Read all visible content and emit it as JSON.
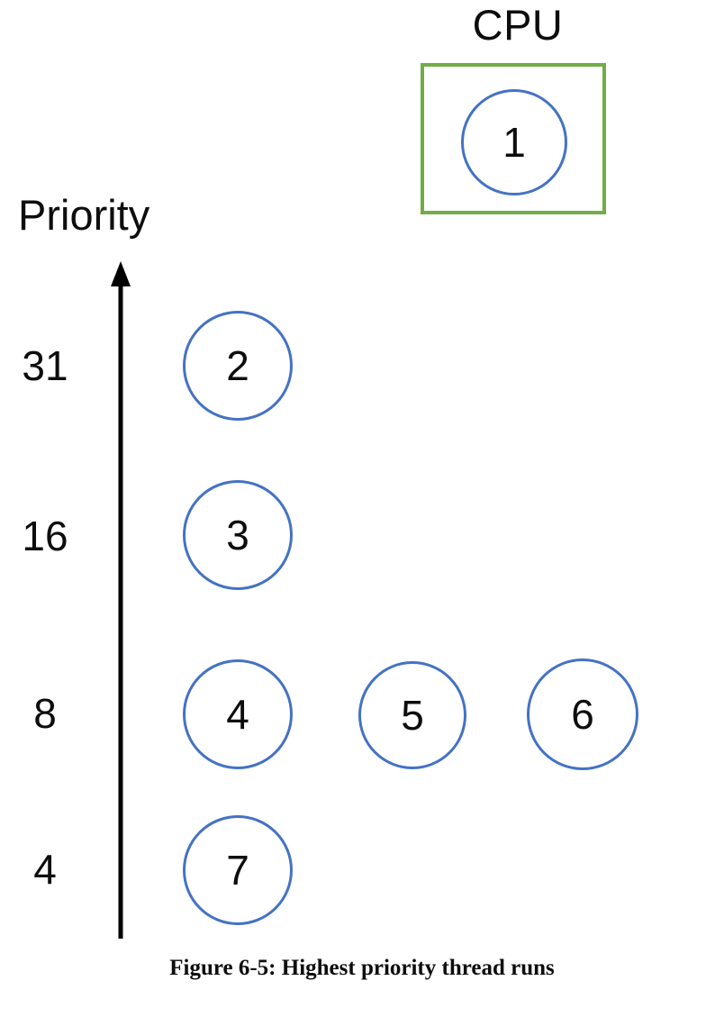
{
  "figure": {
    "caption": "Figure 6-5: Highest priority thread runs",
    "background_color": "#ffffff"
  },
  "cpu": {
    "title": "CPU",
    "border_color": "#70AD47",
    "running_thread": "1"
  },
  "axis": {
    "label": "Priority",
    "color": "#000000",
    "direction": "up",
    "tick_labels": [
      "31",
      "16",
      "8",
      "4"
    ]
  },
  "thread_color": "#4472C4",
  "ready_queue": {
    "rows": [
      {
        "priority": "31",
        "threads": [
          "2"
        ]
      },
      {
        "priority": "16",
        "threads": [
          "3"
        ]
      },
      {
        "priority": "8",
        "threads": [
          "4",
          "5",
          "6"
        ]
      },
      {
        "priority": "4",
        "threads": [
          "7"
        ]
      }
    ]
  },
  "threads": {
    "t1": "1",
    "t2": "2",
    "t3": "3",
    "t4": "4",
    "t5": "5",
    "t6": "6",
    "t7": "7"
  },
  "chart_data": {
    "type": "diagram",
    "title": "Highest priority thread runs",
    "ylabel": "Priority",
    "ytick_labels": [
      "31",
      "16",
      "8",
      "4"
    ],
    "cpu_slot": [
      "1"
    ],
    "queues": {
      "31": [
        "2"
      ],
      "16": [
        "3"
      ],
      "8": [
        "4",
        "5",
        "6"
      ],
      "4": [
        "7"
      ]
    }
  }
}
